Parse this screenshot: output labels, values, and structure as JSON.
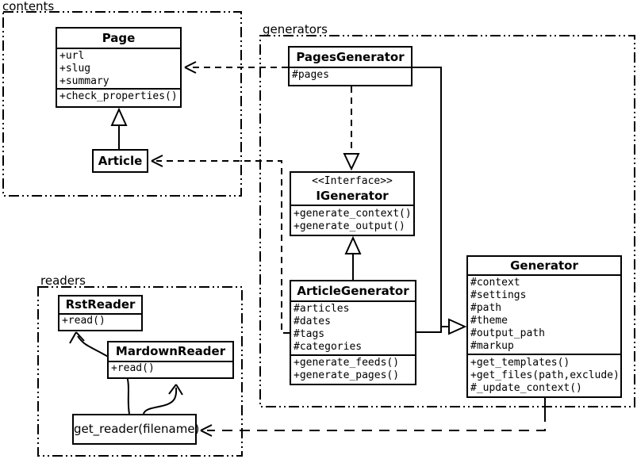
{
  "diagram_title": "UML class diagram of a static site generator",
  "colors": {
    "line": "#000000",
    "background": "#ffffff"
  },
  "packages": {
    "contents": {
      "label": "contents"
    },
    "generators": {
      "label": "generators"
    },
    "readers": {
      "label": "readers"
    }
  },
  "classes": {
    "page": {
      "title": "Page",
      "attributes": [
        "+url",
        "+slug",
        "+summary"
      ],
      "methods": [
        "+check_properties()"
      ]
    },
    "article": {
      "title": "Article"
    },
    "pages_generator": {
      "title": "PagesGenerator",
      "attributes": [
        "#pages"
      ]
    },
    "igenerator": {
      "stereotype": "<<Interface>>",
      "title": "IGenerator",
      "methods": [
        "+generate_context()",
        "+generate_output()"
      ]
    },
    "article_generator": {
      "title": "ArticleGenerator",
      "attributes": [
        "#articles",
        "#dates",
        "#tags",
        "#categories"
      ],
      "methods": [
        "+generate_feeds()",
        "+generate_pages()"
      ]
    },
    "generator": {
      "title": "Generator",
      "attributes": [
        "#context",
        "#settings",
        "#path",
        "#theme",
        "#output_path",
        "#markup"
      ],
      "methods": [
        "+get_templates()",
        "+get_files(path,exclude)",
        "#_update_context()"
      ]
    },
    "rst_reader": {
      "title": "RstReader",
      "methods": [
        "+read()"
      ]
    },
    "mardown_reader": {
      "title": "MardownReader",
      "methods": [
        "+read()"
      ]
    },
    "get_reader": {
      "title": "get_reader(filename)"
    }
  },
  "relationships": [
    {
      "type": "generalization",
      "from": "Article",
      "to": "Page"
    },
    {
      "type": "dependency",
      "from": "PagesGenerator",
      "to": "Page"
    },
    {
      "type": "dependency",
      "from": "ArticleGenerator",
      "to": "Article"
    },
    {
      "type": "realization",
      "from": "PagesGenerator",
      "to": "IGenerator"
    },
    {
      "type": "generalization",
      "from": "ArticleGenerator",
      "to": "IGenerator"
    },
    {
      "type": "generalization",
      "from": "PagesGenerator",
      "to": "Generator"
    },
    {
      "type": "generalization",
      "from": "ArticleGenerator",
      "to": "Generator"
    },
    {
      "type": "dependency",
      "from": "Generator",
      "to": "get_reader"
    },
    {
      "type": "arrow",
      "from": "get_reader",
      "to": "RstReader"
    },
    {
      "type": "arrow",
      "from": "get_reader",
      "to": "MardownReader"
    }
  ]
}
